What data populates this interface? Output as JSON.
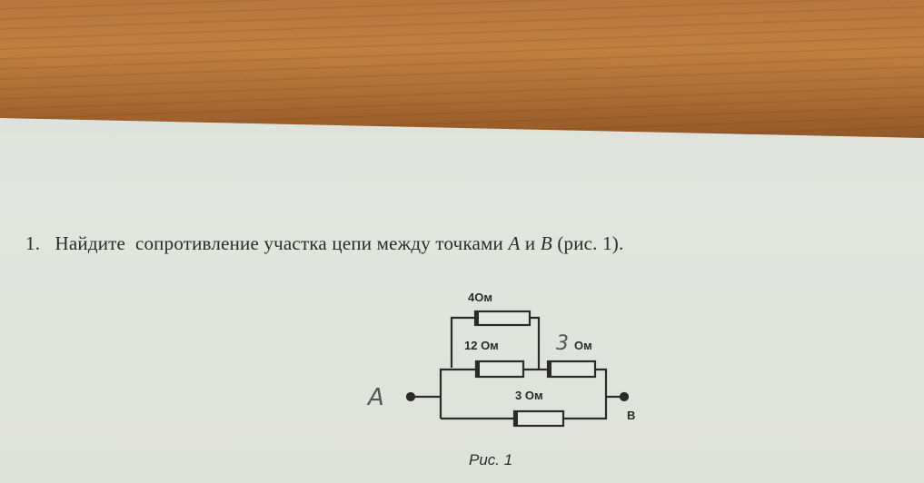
{
  "problem": {
    "number": "1.",
    "text": "Найдите  сопротивление участка цепи между точками",
    "point_a": "A",
    "conj": "и",
    "point_b": "B",
    "ref": "(рис. 1)."
  },
  "figure": {
    "r_top_label": "4Ом",
    "r_mid_label": "12 Ом",
    "r_right_value": "3",
    "r_right_unit": "Ом",
    "r_bottom_label": "3 Ом",
    "terminal_a": "A",
    "terminal_b": "B",
    "caption": "Рис. 1"
  }
}
